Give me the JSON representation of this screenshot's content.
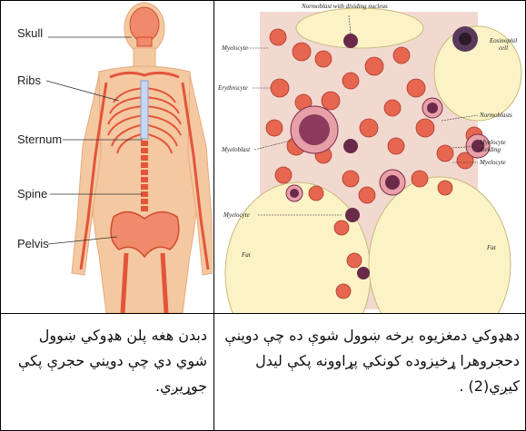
{
  "skeleton_figure": {
    "labels": [
      "Skull",
      "Ribs",
      "Sternum",
      "Spine",
      "Pelvis"
    ]
  },
  "marrow_figure": {
    "labels": {
      "normoblast_dividing": "Normoblast with dividing nucleus",
      "myelocyte_left": "Myelocyte",
      "erythrocyte": "Erythrocyte",
      "myeloblast": "Myeloblast",
      "myelocyte_lower": "Myelocyte",
      "fat_left": "Fat",
      "eosinophil": "Eosinophil cell",
      "normoblasts": "Normoblasts",
      "myelocyte_dividing": "Myelocyte dividing",
      "myelocyte_right": "Myelocyte",
      "fat_right": "Fat"
    }
  },
  "captions": {
    "left": "دبدن هغه پلن هډوکي ښوول شوي دي چې دويني حجرې پکې جوړيږي.",
    "right": "دهډوکي دمغزيوه برخه ښوول شوې ده چې دوينې دحجروهرا ړخيزوده کونکي پړاوونه پکې ليدل کيږي(2) ."
  },
  "colors": {
    "body_fill": "#f4c9a2",
    "bone": "#e3553a",
    "fat": "#fbf3c6",
    "rbc": "#e7664f",
    "purple_nucleus": "#6a2a4a"
  }
}
